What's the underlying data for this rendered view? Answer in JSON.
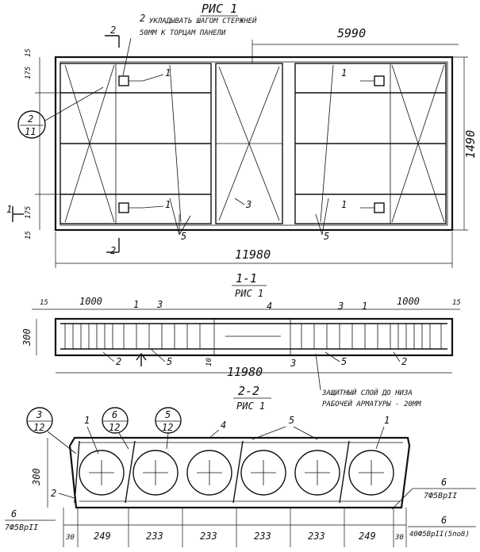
{
  "fig1": {
    "title": "РИС 1",
    "note_num": "2",
    "note_line1": "УКЛАДЫВАТЬ ШАГОМ СТЕРЖНЕЙ",
    "note_line2": "50ММ К ТОРЦАМ ПАНЕЛИ",
    "section_mark": "2",
    "section_mark_bottom": "2",
    "side_mark": "1",
    "callout_num": "2",
    "callout_den": "11",
    "dim_half_length": "5990",
    "dim_width": "1490",
    "dim_length": "11980",
    "dim_15_top": "15",
    "dim_175_top": "175",
    "dim_175_bottom": "175",
    "dim_15_bottom": "15",
    "pos_1": "1",
    "pos_3": "3",
    "pos_5": "5"
  },
  "section11": {
    "title_line1": "1-1",
    "title_line2": "РИС 1",
    "dim_15": "15",
    "dim_1000": "1000",
    "dim_300": "300",
    "dim_10": "10",
    "dim_length": "11980",
    "pos_1": "1",
    "pos_2": "2",
    "pos_3": "3",
    "pos_4": "4",
    "pos_5": "5",
    "cover_note_line1": "ЗАЩИТНЫЙ СЛОЙ ДО НИЗА",
    "cover_note_line2": "РАБОЧЕЙ АРМАТУРЫ - 20ММ"
  },
  "section22": {
    "title_line1": "2-2",
    "title_line2": "РИС 1",
    "callout_a_num": "3",
    "callout_a_den": "12",
    "callout_b_num": "6",
    "callout_b_den": "12",
    "callout_c_num": "5",
    "callout_c_den": "12",
    "pos_1": "1",
    "pos_2": "2",
    "pos_4": "4",
    "pos_5": "5",
    "pos_6": "6",
    "dim_300": "300",
    "rebar_left": "7Ф5ВрII",
    "rebar_right": "7Ф5ВрII",
    "rebar_right2": "40Ф5ВрII(5по8)",
    "dims": [
      "30",
      "249",
      "233",
      "233",
      "233",
      "233",
      "249",
      "30"
    ]
  }
}
